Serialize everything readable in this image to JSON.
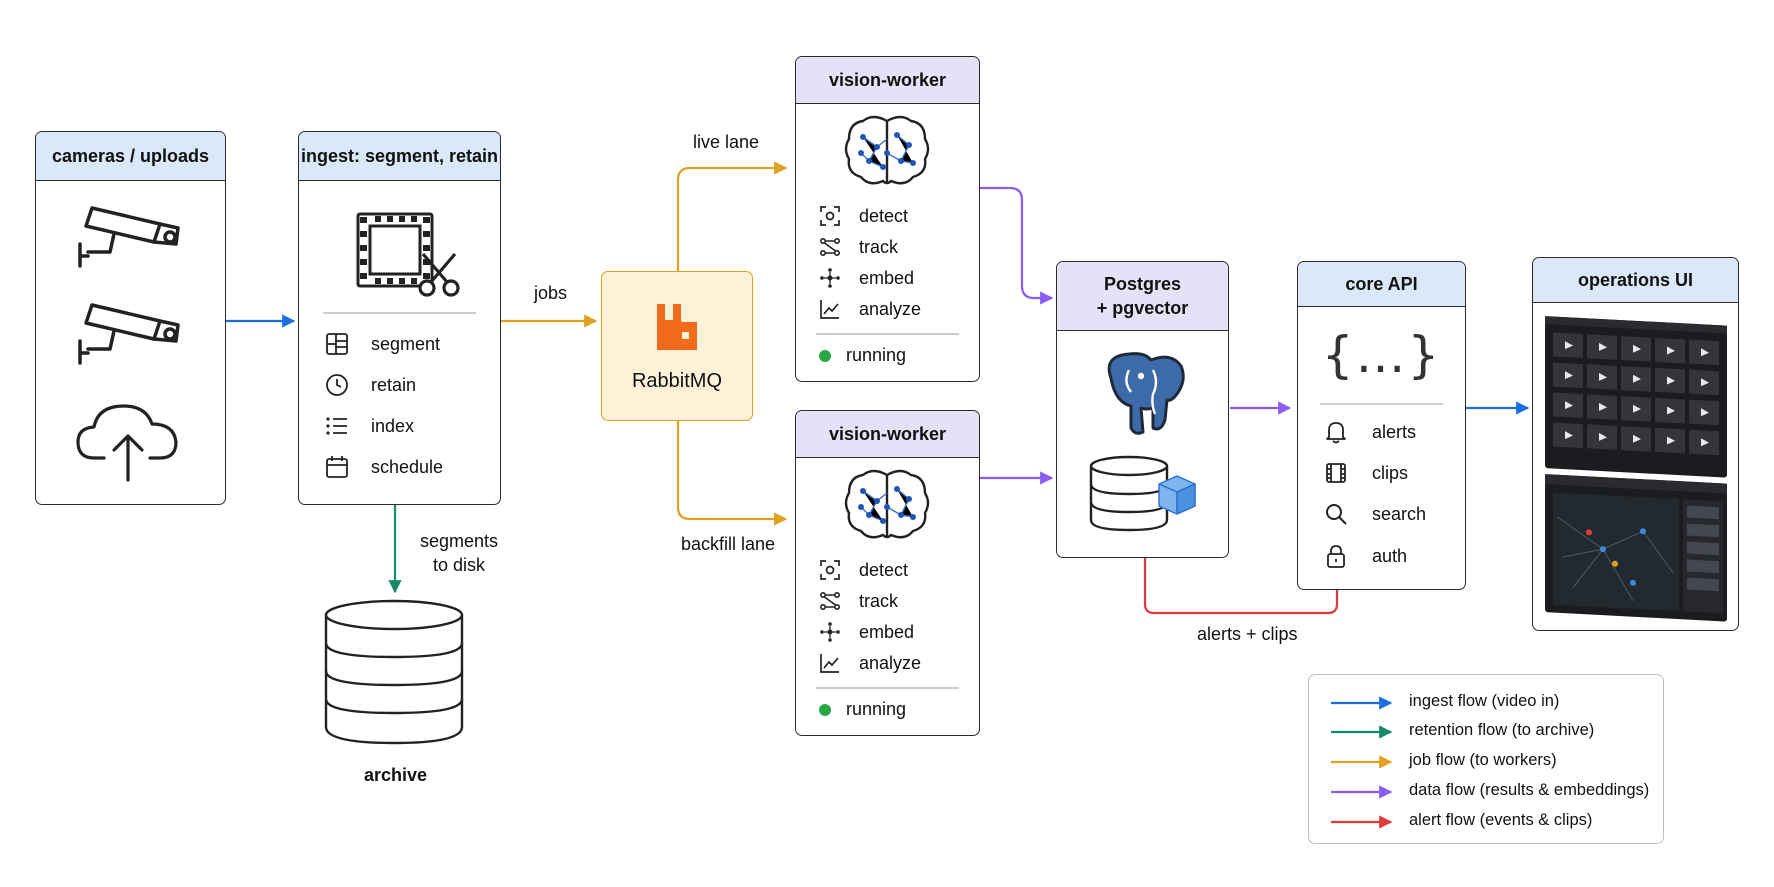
{
  "nodes": {
    "cameras": {
      "title": "cameras / uploads"
    },
    "ingest": {
      "title": "ingest: segment, retain",
      "items": [
        "segment",
        "retain",
        "index",
        "schedule"
      ]
    },
    "archive": {
      "title": "archive"
    },
    "rabbitmq": {
      "title": "RabbitMQ"
    },
    "worker_live": {
      "title": "vision-worker",
      "items": [
        "detect",
        "track",
        "embed",
        "analyze"
      ],
      "status": "running"
    },
    "worker_backfill": {
      "title": "vision-worker",
      "items": [
        "detect",
        "track",
        "embed",
        "analyze"
      ],
      "status": "running"
    },
    "postgres": {
      "title_line1": "Postgres",
      "title_line2": "+ pgvector"
    },
    "core_api": {
      "title": "core API",
      "items": [
        "alerts",
        "clips",
        "search",
        "auth"
      ]
    },
    "ops_ui": {
      "title": "operations UI"
    }
  },
  "edges": {
    "segments_to_disk_line1": "segments",
    "segments_to_disk_line2": "to disk",
    "jobs": "jobs",
    "live_lane": "live lane",
    "backfill_lane": "backfill lane",
    "alerts_clips": "alerts + clips"
  },
  "legend": [
    {
      "label": "ingest flow (video in)",
      "color": "#1a6fe0"
    },
    {
      "label": "retention flow (to archive)",
      "color": "#168a69"
    },
    {
      "label": "job flow (to workers)",
      "color": "#e0a020"
    },
    {
      "label": "data flow (results & embeddings)",
      "color": "#8a5cf0"
    },
    {
      "label": "alert flow (events & clips)",
      "color": "#e03a3a"
    }
  ],
  "colors": {
    "ingest": "#1a6fe0",
    "retention": "#168a69",
    "job": "#e0a020",
    "data": "#8a5cf0",
    "alert": "#e03a3a",
    "header_blue": "#dbe8f8",
    "header_purple": "#e6e1f7",
    "rabbit_fill": "#fdf1d8",
    "rabbit_orange": "#f26b1d",
    "status_green": "#27a844"
  },
  "icons": {
    "cameras": [
      "security-camera-icon",
      "security-camera-icon",
      "cloud-upload-icon"
    ],
    "ingest": [
      "film-scissors-icon",
      "layout-grid-icon",
      "clock-icon",
      "list-icon",
      "calendar-icon"
    ],
    "worker": [
      "brain-network-icon",
      "focus-icon",
      "track-nodes-icon",
      "embed-icon",
      "chart-icon"
    ],
    "postgres": [
      "postgres-elephant-icon",
      "database-cube-icon"
    ],
    "core_api": [
      "braces-icon",
      "bell-icon",
      "film-icon",
      "search-icon",
      "lock-icon"
    ],
    "ops_ui": [
      "dashboard-screenshot-icon"
    ]
  }
}
